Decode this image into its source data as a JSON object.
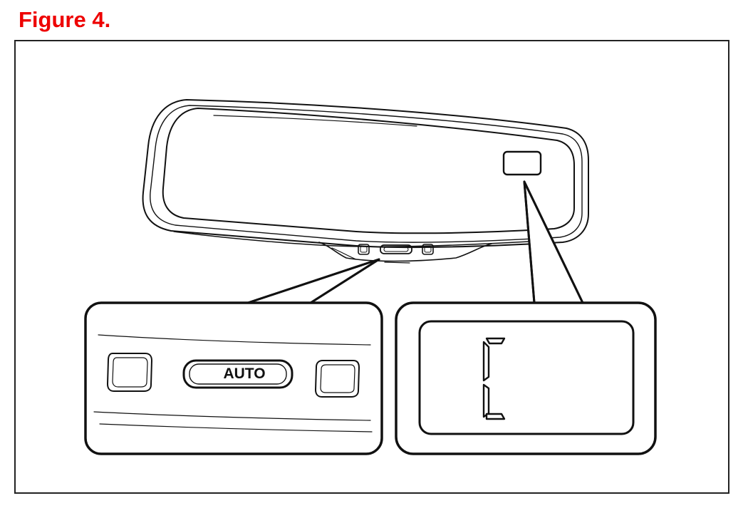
{
  "figure": {
    "title": "Figure 4."
  },
  "mirror": {
    "button_label": "AUTO",
    "display_segment": "C"
  },
  "colors": {
    "title": "#ee0000",
    "line": "#111111",
    "background": "#ffffff"
  }
}
